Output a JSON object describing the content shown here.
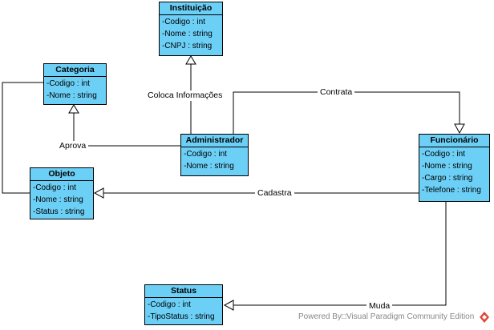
{
  "classes": {
    "instituicao": {
      "title": "Instituição",
      "attrs": [
        "-Codigo : int",
        "-Nome : string",
        "-CNPJ : string"
      ]
    },
    "categoria": {
      "title": "Categoria",
      "attrs": [
        "-Codigo : int",
        "-Nome : string"
      ]
    },
    "administrador": {
      "title": "Administrador",
      "attrs": [
        "-Codigo : int",
        "-Nome : string"
      ]
    },
    "funcionario": {
      "title": "Funcionário",
      "attrs": [
        "-Codigo : int",
        "-Nome : string",
        "-Cargo : string",
        "-Telefone : string"
      ]
    },
    "objeto": {
      "title": "Objeto",
      "attrs": [
        "-Codigo : int",
        "-Nome : string",
        "-Status : string"
      ]
    },
    "status": {
      "title": "Status",
      "attrs": [
        "-Codigo : int",
        "-TipoStatus : string"
      ]
    }
  },
  "relations": {
    "coloca": "Coloca Informações",
    "contrata": "Contrata",
    "aprova": "Aprova",
    "cadastra": "Cadastra",
    "muda": "Muda"
  },
  "footer": {
    "powered": "Powered By□Visual Paradigm Community Edition"
  },
  "colors": {
    "class_fill": "#6ccff6",
    "stroke": "#000000",
    "footer_text": "#888888",
    "logo": "#e0453a"
  },
  "icons": {
    "logo": "visual-paradigm-logo-icon"
  }
}
